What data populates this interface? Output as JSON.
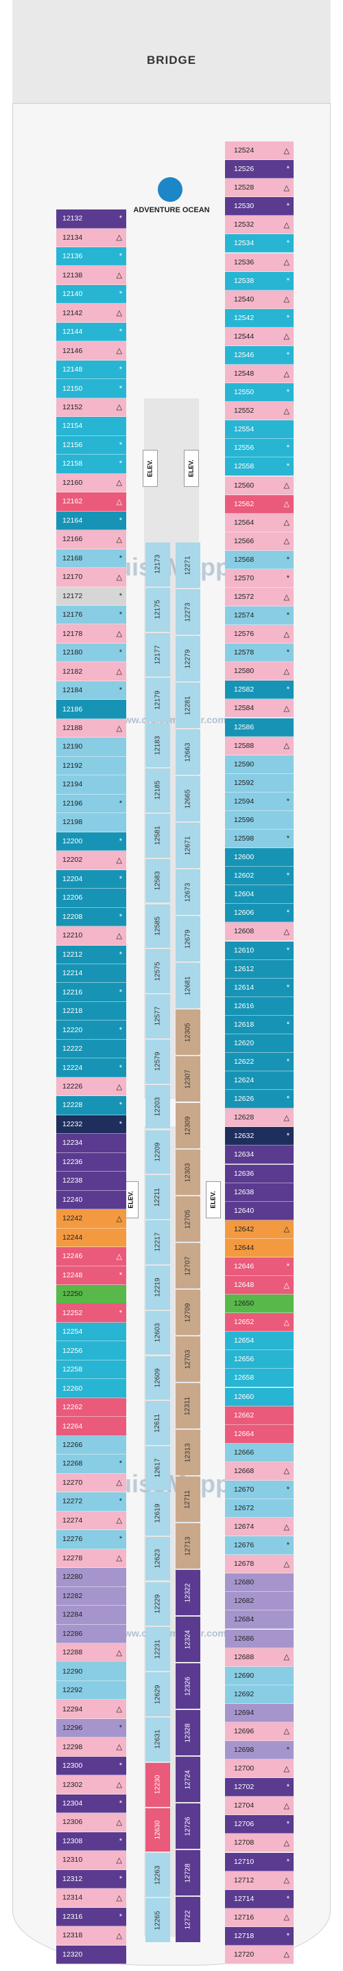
{
  "deck": {
    "bridge_label": "BRIDGE",
    "venue_label": "ADVENTURE OCEAN",
    "elevator_label": "ELEV.",
    "watermark_brand": "CruiseMapper",
    "watermark_url": "www.cruisemapper.com"
  },
  "colors": {
    "pink": "#f4b6c8",
    "cyan": "#27b5d3",
    "teal": "#1794b5",
    "light_blue": "#88cde4",
    "purple": "#5a3b90",
    "violet": "#a695cc",
    "orange": "#f39a40",
    "red": "#ea5a7a",
    "green": "#58b84a",
    "navy": "#1f2f5d",
    "tan": "#c9a88a",
    "grey": "#d6d6d6"
  },
  "cabins_left": [
    {
      "n": "12132",
      "c": "purple",
      "s": "*"
    },
    {
      "n": "12134",
      "c": "pink",
      "s": "△"
    },
    {
      "n": "12136",
      "c": "cyan",
      "s": "*"
    },
    {
      "n": "12138",
      "c": "pink",
      "s": "△"
    },
    {
      "n": "12140",
      "c": "cyan",
      "s": "*"
    },
    {
      "n": "12142",
      "c": "pink",
      "s": "△"
    },
    {
      "n": "12144",
      "c": "cyan",
      "s": "*"
    },
    {
      "n": "12146",
      "c": "pink",
      "s": "△"
    },
    {
      "n": "12148",
      "c": "cyan",
      "s": "*"
    },
    {
      "n": "12150",
      "c": "cyan",
      "s": "*"
    },
    {
      "n": "12152",
      "c": "pink",
      "s": "△"
    },
    {
      "n": "12154",
      "c": "cyan",
      "s": ""
    },
    {
      "n": "12156",
      "c": "cyan",
      "s": "*"
    },
    {
      "n": "12158",
      "c": "cyan",
      "s": "*"
    },
    {
      "n": "12160",
      "c": "pink",
      "s": "△"
    },
    {
      "n": "12162",
      "c": "red",
      "s": "△"
    },
    {
      "n": "12164",
      "c": "teal",
      "s": "*"
    },
    {
      "n": "12166",
      "c": "pink",
      "s": "△"
    },
    {
      "n": "12168",
      "c": "light_blue",
      "s": "*"
    },
    {
      "n": "12170",
      "c": "pink",
      "s": "△"
    },
    {
      "n": "12172",
      "c": "grey",
      "s": "*"
    },
    {
      "n": "12176",
      "c": "light_blue",
      "s": "*"
    },
    {
      "n": "12178",
      "c": "pink",
      "s": "△"
    },
    {
      "n": "12180",
      "c": "light_blue",
      "s": "*"
    },
    {
      "n": "12182",
      "c": "pink",
      "s": "△"
    },
    {
      "n": "12184",
      "c": "light_blue",
      "s": "*"
    },
    {
      "n": "12186",
      "c": "teal",
      "s": ""
    },
    {
      "n": "12188",
      "c": "pink",
      "s": "△"
    },
    {
      "n": "12190",
      "c": "light_blue",
      "s": ""
    },
    {
      "n": "12192",
      "c": "light_blue",
      "s": ""
    },
    {
      "n": "12194",
      "c": "light_blue",
      "s": ""
    },
    {
      "n": "12196",
      "c": "light_blue",
      "s": "*"
    },
    {
      "n": "12198",
      "c": "light_blue",
      "s": ""
    },
    {
      "n": "12200",
      "c": "teal",
      "s": "*"
    },
    {
      "n": "12202",
      "c": "pink",
      "s": "△"
    },
    {
      "n": "12204",
      "c": "teal",
      "s": "*"
    },
    {
      "n": "12206",
      "c": "teal",
      "s": ""
    },
    {
      "n": "12208",
      "c": "teal",
      "s": "*"
    },
    {
      "n": "12210",
      "c": "pink",
      "s": "△"
    },
    {
      "n": "12212",
      "c": "teal",
      "s": "*"
    },
    {
      "n": "12214",
      "c": "teal",
      "s": ""
    },
    {
      "n": "12216",
      "c": "teal",
      "s": "*"
    },
    {
      "n": "12218",
      "c": "teal",
      "s": ""
    },
    {
      "n": "12220",
      "c": "teal",
      "s": "*"
    },
    {
      "n": "12222",
      "c": "teal",
      "s": ""
    },
    {
      "n": "12224",
      "c": "teal",
      "s": "*"
    },
    {
      "n": "12226",
      "c": "pink",
      "s": "△"
    },
    {
      "n": "12228",
      "c": "teal",
      "s": "*"
    },
    {
      "n": "12232",
      "c": "navy",
      "s": "*"
    },
    {
      "n": "12234",
      "c": "purple",
      "s": ""
    },
    {
      "n": "12236",
      "c": "purple",
      "s": ""
    },
    {
      "n": "12238",
      "c": "purple",
      "s": ""
    },
    {
      "n": "12240",
      "c": "purple",
      "s": ""
    },
    {
      "n": "12242",
      "c": "orange",
      "s": "△"
    },
    {
      "n": "12244",
      "c": "orange",
      "s": ""
    },
    {
      "n": "12246",
      "c": "red",
      "s": "△"
    },
    {
      "n": "12248",
      "c": "red",
      "s": "*"
    },
    {
      "n": "12250",
      "c": "green",
      "s": ""
    },
    {
      "n": "12252",
      "c": "red",
      "s": "*"
    },
    {
      "n": "12254",
      "c": "cyan",
      "s": ""
    },
    {
      "n": "12256",
      "c": "cyan",
      "s": ""
    },
    {
      "n": "12258",
      "c": "cyan",
      "s": ""
    },
    {
      "n": "12260",
      "c": "cyan",
      "s": ""
    },
    {
      "n": "12262",
      "c": "red",
      "s": ""
    },
    {
      "n": "12264",
      "c": "red",
      "s": ""
    },
    {
      "n": "12266",
      "c": "light_blue",
      "s": ""
    },
    {
      "n": "12268",
      "c": "light_blue",
      "s": "*"
    },
    {
      "n": "12270",
      "c": "pink",
      "s": "△"
    },
    {
      "n": "12272",
      "c": "light_blue",
      "s": "*"
    },
    {
      "n": "12274",
      "c": "pink",
      "s": "△"
    },
    {
      "n": "12276",
      "c": "light_blue",
      "s": "*"
    },
    {
      "n": "12278",
      "c": "pink",
      "s": "△"
    },
    {
      "n": "12280",
      "c": "violet",
      "s": ""
    },
    {
      "n": "12282",
      "c": "violet",
      "s": ""
    },
    {
      "n": "12284",
      "c": "violet",
      "s": ""
    },
    {
      "n": "12286",
      "c": "violet",
      "s": ""
    },
    {
      "n": "12288",
      "c": "pink",
      "s": "△"
    },
    {
      "n": "12290",
      "c": "light_blue",
      "s": ""
    },
    {
      "n": "12292",
      "c": "light_blue",
      "s": ""
    },
    {
      "n": "12294",
      "c": "pink",
      "s": "△"
    },
    {
      "n": "12296",
      "c": "violet",
      "s": "*"
    },
    {
      "n": "12298",
      "c": "pink",
      "s": "△"
    },
    {
      "n": "12300",
      "c": "purple",
      "s": "*"
    },
    {
      "n": "12302",
      "c": "pink",
      "s": "△"
    },
    {
      "n": "12304",
      "c": "purple",
      "s": "*"
    },
    {
      "n": "12306",
      "c": "pink",
      "s": "△"
    },
    {
      "n": "12308",
      "c": "purple",
      "s": "*"
    },
    {
      "n": "12310",
      "c": "pink",
      "s": "△"
    },
    {
      "n": "12312",
      "c": "purple",
      "s": "*"
    },
    {
      "n": "12314",
      "c": "pink",
      "s": "△"
    },
    {
      "n": "12316",
      "c": "purple",
      "s": "*"
    },
    {
      "n": "12318",
      "c": "pink",
      "s": "△"
    },
    {
      "n": "12320",
      "c": "purple",
      "s": ""
    }
  ],
  "cabins_right": [
    {
      "n": "12524",
      "c": "pink",
      "s": "△"
    },
    {
      "n": "12526",
      "c": "purple",
      "s": "*"
    },
    {
      "n": "12528",
      "c": "pink",
      "s": "△"
    },
    {
      "n": "12530",
      "c": "purple",
      "s": "*"
    },
    {
      "n": "12532",
      "c": "pink",
      "s": "△"
    },
    {
      "n": "12534",
      "c": "cyan",
      "s": "*"
    },
    {
      "n": "12536",
      "c": "pink",
      "s": "△"
    },
    {
      "n": "12538",
      "c": "cyan",
      "s": "*"
    },
    {
      "n": "12540",
      "c": "pink",
      "s": "△"
    },
    {
      "n": "12542",
      "c": "cyan",
      "s": "*"
    },
    {
      "n": "12544",
      "c": "pink",
      "s": "△"
    },
    {
      "n": "12546",
      "c": "cyan",
      "s": "*"
    },
    {
      "n": "12548",
      "c": "pink",
      "s": "△"
    },
    {
      "n": "12550",
      "c": "cyan",
      "s": "*"
    },
    {
      "n": "12552",
      "c": "pink",
      "s": "△"
    },
    {
      "n": "12554",
      "c": "cyan",
      "s": ""
    },
    {
      "n": "12556",
      "c": "cyan",
      "s": "*"
    },
    {
      "n": "12558",
      "c": "cyan",
      "s": "*"
    },
    {
      "n": "12560",
      "c": "pink",
      "s": "△"
    },
    {
      "n": "12562",
      "c": "red",
      "s": "△"
    },
    {
      "n": "12564",
      "c": "pink",
      "s": "△"
    },
    {
      "n": "12566",
      "c": "pink",
      "s": "△"
    },
    {
      "n": "12568",
      "c": "light_blue",
      "s": "*"
    },
    {
      "n": "12570",
      "c": "pink",
      "s": "*"
    },
    {
      "n": "12572",
      "c": "pink",
      "s": "△"
    },
    {
      "n": "12574",
      "c": "light_blue",
      "s": "*"
    },
    {
      "n": "12576",
      "c": "pink",
      "s": "△"
    },
    {
      "n": "12578",
      "c": "light_blue",
      "s": "*"
    },
    {
      "n": "12580",
      "c": "pink",
      "s": "△"
    },
    {
      "n": "12582",
      "c": "teal",
      "s": "*"
    },
    {
      "n": "12584",
      "c": "pink",
      "s": "△"
    },
    {
      "n": "12586",
      "c": "teal",
      "s": ""
    },
    {
      "n": "12588",
      "c": "pink",
      "s": "△"
    },
    {
      "n": "12590",
      "c": "light_blue",
      "s": ""
    },
    {
      "n": "12592",
      "c": "light_blue",
      "s": ""
    },
    {
      "n": "12594",
      "c": "light_blue",
      "s": "*"
    },
    {
      "n": "12596",
      "c": "light_blue",
      "s": ""
    },
    {
      "n": "12598",
      "c": "light_blue",
      "s": "*"
    },
    {
      "n": "12600",
      "c": "teal",
      "s": ""
    },
    {
      "n": "12602",
      "c": "teal",
      "s": "*"
    },
    {
      "n": "12604",
      "c": "teal",
      "s": ""
    },
    {
      "n": "12606",
      "c": "teal",
      "s": "*"
    },
    {
      "n": "12608",
      "c": "pink",
      "s": "△"
    },
    {
      "n": "12610",
      "c": "teal",
      "s": "*"
    },
    {
      "n": "12612",
      "c": "teal",
      "s": ""
    },
    {
      "n": "12614",
      "c": "teal",
      "s": "*"
    },
    {
      "n": "12616",
      "c": "teal",
      "s": ""
    },
    {
      "n": "12618",
      "c": "teal",
      "s": "*"
    },
    {
      "n": "12620",
      "c": "teal",
      "s": ""
    },
    {
      "n": "12622",
      "c": "teal",
      "s": "*"
    },
    {
      "n": "12624",
      "c": "teal",
      "s": ""
    },
    {
      "n": "12626",
      "c": "teal",
      "s": "*"
    },
    {
      "n": "12628",
      "c": "pink",
      "s": "△"
    },
    {
      "n": "12632",
      "c": "navy",
      "s": "*"
    },
    {
      "n": "12634",
      "c": "purple",
      "s": ""
    },
    {
      "n": "12636",
      "c": "purple",
      "s": ""
    },
    {
      "n": "12638",
      "c": "purple",
      "s": ""
    },
    {
      "n": "12640",
      "c": "purple",
      "s": ""
    },
    {
      "n": "12642",
      "c": "orange",
      "s": "△"
    },
    {
      "n": "12644",
      "c": "orange",
      "s": ""
    },
    {
      "n": "12646",
      "c": "red",
      "s": "*"
    },
    {
      "n": "12648",
      "c": "red",
      "s": "△"
    },
    {
      "n": "12650",
      "c": "green",
      "s": ""
    },
    {
      "n": "12652",
      "c": "red",
      "s": "△"
    },
    {
      "n": "12654",
      "c": "cyan",
      "s": ""
    },
    {
      "n": "12656",
      "c": "cyan",
      "s": ""
    },
    {
      "n": "12658",
      "c": "cyan",
      "s": ""
    },
    {
      "n": "12660",
      "c": "cyan",
      "s": ""
    },
    {
      "n": "12662",
      "c": "red",
      "s": ""
    },
    {
      "n": "12664",
      "c": "red",
      "s": ""
    },
    {
      "n": "12666",
      "c": "light_blue",
      "s": ""
    },
    {
      "n": "12668",
      "c": "pink",
      "s": "△"
    },
    {
      "n": "12670",
      "c": "light_blue",
      "s": "*"
    },
    {
      "n": "12672",
      "c": "light_blue",
      "s": ""
    },
    {
      "n": "12674",
      "c": "pink",
      "s": "△"
    },
    {
      "n": "12676",
      "c": "light_blue",
      "s": "*"
    },
    {
      "n": "12678",
      "c": "pink",
      "s": "△"
    },
    {
      "n": "12680",
      "c": "violet",
      "s": ""
    },
    {
      "n": "12682",
      "c": "violet",
      "s": ""
    },
    {
      "n": "12684",
      "c": "violet",
      "s": ""
    },
    {
      "n": "12686",
      "c": "violet",
      "s": ""
    },
    {
      "n": "12688",
      "c": "pink",
      "s": "△"
    },
    {
      "n": "12690",
      "c": "light_blue",
      "s": ""
    },
    {
      "n": "12692",
      "c": "light_blue",
      "s": ""
    },
    {
      "n": "12694",
      "c": "violet",
      "s": ""
    },
    {
      "n": "12696",
      "c": "pink",
      "s": "△"
    },
    {
      "n": "12698",
      "c": "violet",
      "s": "*"
    },
    {
      "n": "12700",
      "c": "pink",
      "s": "△"
    },
    {
      "n": "12702",
      "c": "purple",
      "s": "*"
    },
    {
      "n": "12704",
      "c": "pink",
      "s": "△"
    },
    {
      "n": "12706",
      "c": "purple",
      "s": "*"
    },
    {
      "n": "12708",
      "c": "pink",
      "s": "△"
    },
    {
      "n": "12710",
      "c": "purple",
      "s": "*"
    },
    {
      "n": "12712",
      "c": "pink",
      "s": "△"
    },
    {
      "n": "12714",
      "c": "purple",
      "s": "*"
    },
    {
      "n": "12716",
      "c": "pink",
      "s": "△"
    },
    {
      "n": "12718",
      "c": "purple",
      "s": "*"
    },
    {
      "n": "12720",
      "c": "pink",
      "s": "△"
    }
  ],
  "inner_cabins": [
    "12173",
    "12175",
    "12177",
    "12179",
    "12183",
    "12185",
    "12581",
    "12583",
    "12585",
    "12575",
    "12577",
    "12579",
    "12203",
    "12209",
    "12211",
    "12217",
    "12219",
    "12603",
    "12609",
    "12611",
    "12617",
    "12619",
    "12623",
    "12229",
    "12231",
    "12629",
    "12631",
    "12230",
    "12630",
    "12263",
    "12265",
    "12271",
    "12273",
    "12279",
    "12281",
    "12663",
    "12665",
    "12671",
    "12673",
    "12679",
    "12681",
    "12305",
    "12307",
    "12309",
    "12303",
    "12705",
    "12707",
    "12709",
    "12703",
    "12311",
    "12313",
    "12711",
    "12713",
    "12322",
    "12324",
    "12326",
    "12328",
    "12724",
    "12726",
    "12728",
    "12722"
  ]
}
